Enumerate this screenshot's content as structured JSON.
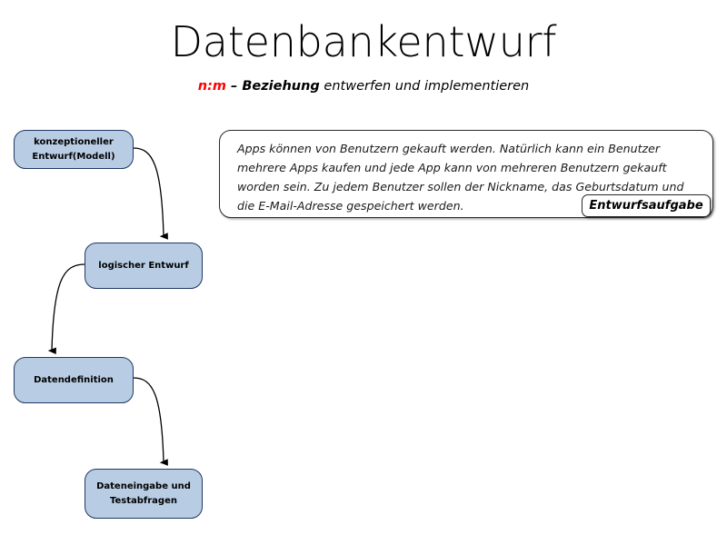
{
  "slide": {
    "title": "Datenbankentwurf",
    "subtitle": {
      "relation": "n:m",
      "relation_word": " – Beziehung",
      "rest": " entwerfen und implementieren"
    }
  },
  "flowchart": {
    "steps": [
      {
        "id": "konzeptioneller-entwurf",
        "line1": "konzeptioneller",
        "line2": "Entwurf(Modell)"
      },
      {
        "id": "logischer-entwurf",
        "line1": "logischer Entwurf",
        "line2": ""
      },
      {
        "id": "datendefinition",
        "line1": "Datendefinition",
        "line2": ""
      },
      {
        "id": "dateneingabe-testabfragen",
        "line1": "Dateneingabe und",
        "line2": "Testabfragen"
      }
    ],
    "box_fill": "#b8cce4",
    "box_border": "#1f3864",
    "connector_color": "#000000"
  },
  "task": {
    "text": "Apps können von Benutzern gekauft werden. Natürlich kann ein Benutzer mehrere Apps kaufen und jede App kann von mehreren Benutzern gekauft worden sein. Zu jedem Benutzer sollen der Nickname, das Geburtsdatum und die E-Mail-Adresse gespeichert werden.",
    "label": "Entwurfsaufgabe"
  },
  "colors": {
    "accent_red": "#ff0000",
    "background": "#ffffff",
    "text": "#000000"
  }
}
